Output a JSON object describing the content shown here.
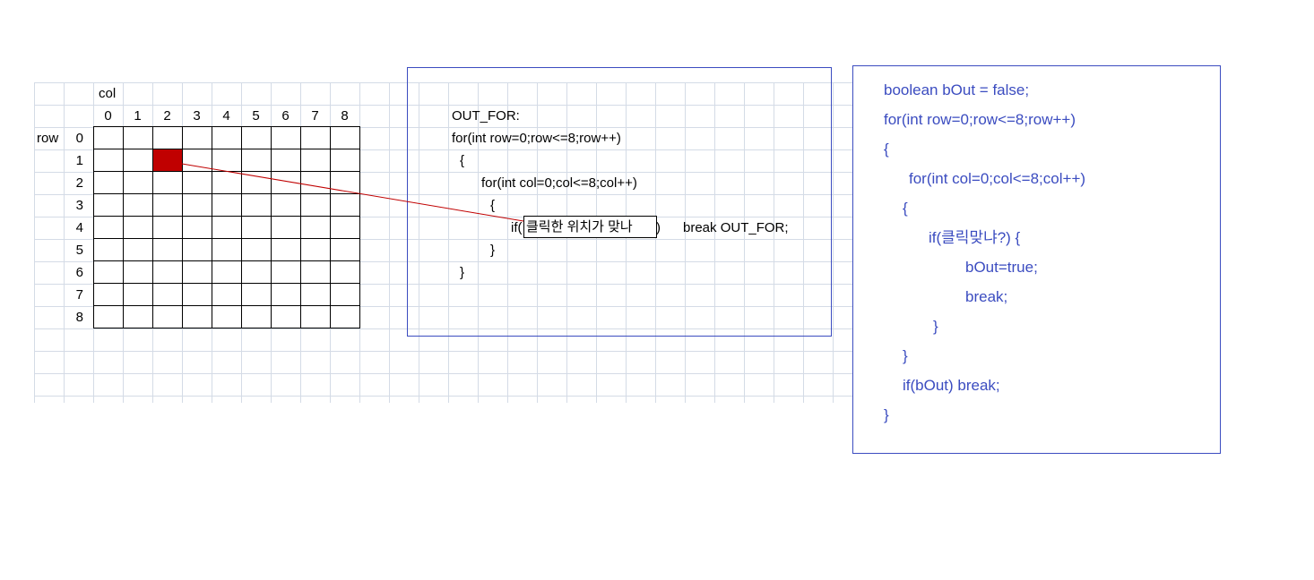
{
  "spreadsheet": {
    "col_label": "col",
    "row_label": "row",
    "col_headers": [
      "0",
      "1",
      "2",
      "3",
      "4",
      "5",
      "6",
      "7",
      "8"
    ],
    "row_headers": [
      "0",
      "1",
      "2",
      "3",
      "4",
      "5",
      "6",
      "7",
      "8"
    ],
    "selected_cell": {
      "row": 1,
      "col": 2
    },
    "selected_color": "#c00000",
    "grid_line_color": "#d4dbe6"
  },
  "code_box_left": {
    "border_color": "#3b4cc0",
    "lines": {
      "l1": "OUT_FOR:",
      "l2": "for(int row=0;row<=8;row++)",
      "l3": "{",
      "l4": "for(int col=0;col<=8;col++)",
      "l5": "{",
      "l6_prefix": "if(",
      "l6_suffix": ")",
      "l6_break": "break OUT_FOR;",
      "l7": "}",
      "l8": "}"
    },
    "click_condition": "클릭한 위치가 맞나"
  },
  "code_box_right": {
    "text_color": "#3b4cc0",
    "lines": {
      "l1": "boolean bOut = false;",
      "l2": "for(int row=0;row<=8;row++)",
      "l3": "{",
      "l4": "for(int col=0;col<=8;col++)",
      "l5": "{",
      "l6": "if(클릭맞냐?) {",
      "l7": "bOut=true;",
      "l8": "break;",
      "l9": "}",
      "l10": "}",
      "l11": "if(bOut) break;",
      "l12": "}"
    }
  },
  "connector": {
    "color": "#c00000"
  }
}
